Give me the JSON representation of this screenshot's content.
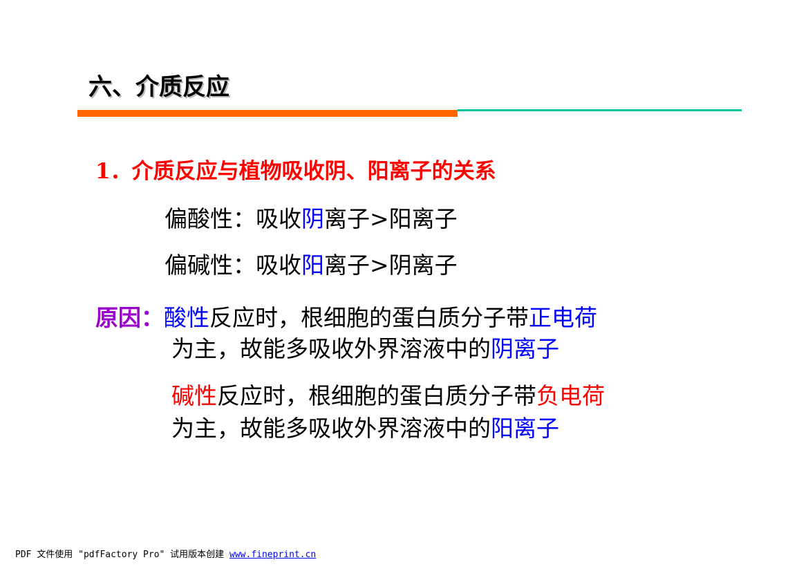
{
  "title": "六、介质反应",
  "colors": {
    "rule_orange": "#ff6600",
    "rule_teal": "#00c49a",
    "heading_red": "#ff0000",
    "highlight_blue": "#0000ff",
    "reason_purple": "#9900cc",
    "link_blue": "#0000ee"
  },
  "point1": {
    "heading": "1．介质反应与植物吸收阴、阳离子的关系",
    "acid": {
      "prefix": "偏酸性：吸收",
      "highlight": "阴",
      "suffix": "离子>阳离子"
    },
    "base": {
      "prefix": "偏碱性：吸收",
      "highlight": "阳",
      "suffix": "离子>阴离子"
    }
  },
  "reason": {
    "label": "原因：",
    "acid": {
      "type": "酸性",
      "middle": "反应时，根细胞的蛋白质分子带",
      "charge": "正电荷",
      "cont": "为主，故能多吸收外界溶液中的",
      "ion": "阴离子"
    },
    "base": {
      "type": "碱性",
      "middle": "反应时，根细胞的蛋白质分子带",
      "charge": "负电荷",
      "cont": "为主，故能多吸收外界溶液中的",
      "ion": "阳离子"
    }
  },
  "footer": {
    "text": "PDF 文件使用 \"pdfFactory Pro\" 试用版本创建 ",
    "link": "www.fineprint.cn"
  }
}
